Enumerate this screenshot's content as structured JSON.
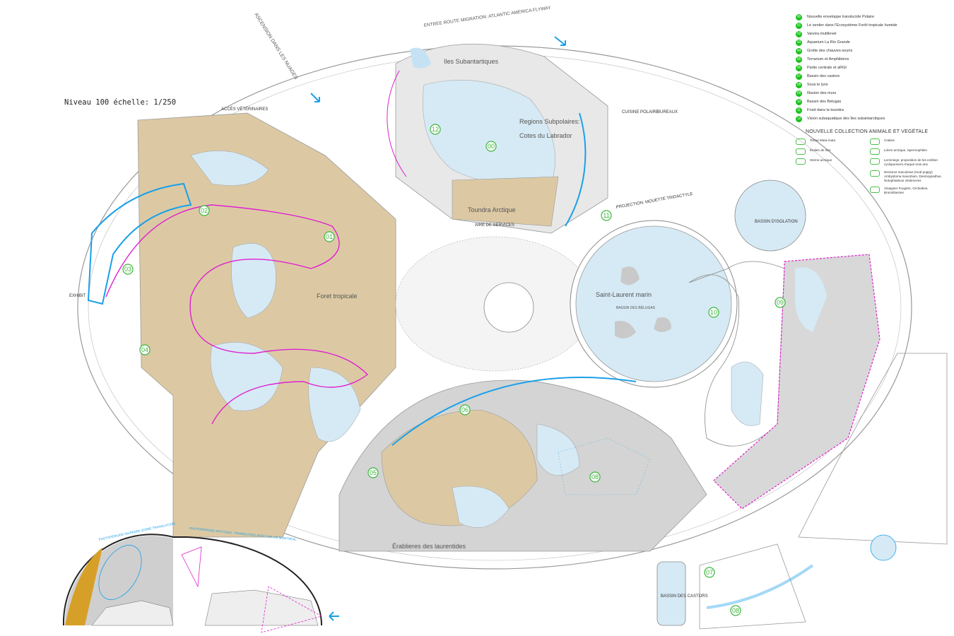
{
  "title": "Niveau 100 échelle: 1/250",
  "zones": {
    "iles": "Iles Subantartiques",
    "regions": "Regions Subpolaires:",
    "cotes": "Cotes du Labrador",
    "toundra": "Toundra Arctique",
    "saint_laurent": "Saint-Laurent marin",
    "belugas": "BASSIN DES BÉLUGAS",
    "foret": "Foret tropicale",
    "erablieres": "Érablieres des laurentides",
    "isolation": "BASSIN D'ISOLATION",
    "castors": "BASSIN DES CASTORS",
    "cuisine": "CUISINE POLAIRE",
    "bureaux": "BUREAUX",
    "veterinaires": "ACCÈS VÉTÉRINAIRES",
    "exhibit": "EXHIBIT",
    "services": "AIRE DE SERVICES",
    "ascension": "ASCENSION DANS LES NUAGES",
    "entree": "ENTREE ROUTE MIGRATION: ATLANTIC AMERICA FLYWAY",
    "photo1": "PHOTOPÉRIODE INVERSÉE (DÔME TRANSLUCIDE)",
    "photo2": "PHOTOPÉRIODE ARCTIQUE, TRANSLUCIDE AVEC CIEL DE MONTRÉAL",
    "projection": "PROJECTION: MOUETTE TRIDACTYLE"
  },
  "markers": [
    "00",
    "01",
    "02",
    "03",
    "04",
    "05",
    "06",
    "07",
    "08",
    "08",
    "09",
    "10",
    "11",
    "12"
  ],
  "legend": {
    "items": [
      {
        "n": "00",
        "t": "Nouvelle enveloppe translucide Polaire"
      },
      {
        "n": "01",
        "t": "Le sentier  dans l'Ecosystème Forêt tropicale humide"
      },
      {
        "n": "02",
        "t": "Varzéa multilevel"
      },
      {
        "n": "03",
        "t": "Aquarium La Rio Grande"
      },
      {
        "n": "04",
        "t": "Grotte des chauves-souris"
      },
      {
        "n": "05",
        "t": "Terrarium et Amphibiens"
      },
      {
        "n": "06",
        "t": "Partie centrale et aRGt"
      },
      {
        "n": "07",
        "t": "Bassin des castors"
      },
      {
        "n": "08",
        "t": "Sous le lynx"
      },
      {
        "n": "09",
        "t": "Illusion des murs"
      },
      {
        "n": "10",
        "t": "Bassin des Belugas"
      },
      {
        "n": "11",
        "t": "Froid dans la toundra"
      },
      {
        "n": "12",
        "t": "Vision subaquatique des îles subantarctiques"
      }
    ],
    "collection_title": "NOUVELLE COLLECTION ANIMALE ET VEGÉTALE",
    "species_left": [
      "Tortue Mata-mata",
      "Étoiles de mer",
      "Sterne arctique"
    ],
    "species_right": [
      "Crabes",
      "Lièvre arctique, Spermophiles",
      "Lemmings: proposition de les exhiber cycliquement chaque trois ans",
      "Necturus maculosus (mud puppy) Ambystoma mavortium, Desmognathus, Notophtalmus viridescens",
      "Vinaigrier Fougère, Orchidées, Broméliacées"
    ]
  },
  "colors": {
    "accent_green": "#19c21c",
    "path_green": "#3ab53a",
    "magenta": "#e020d0",
    "blue": "#1aa0e8",
    "tan": "#dcc9a4",
    "water": "#d6eaf5",
    "grey": "#d4d4d4"
  }
}
